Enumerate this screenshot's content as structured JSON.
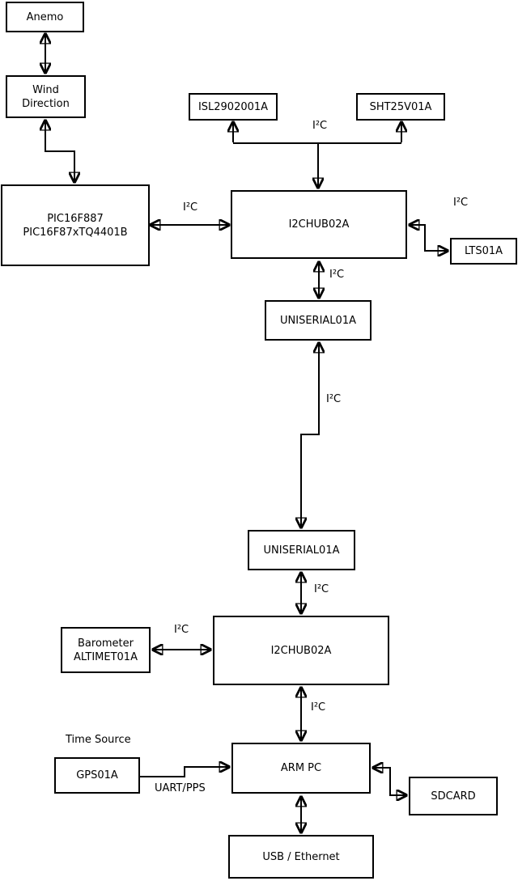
{
  "boxes": {
    "anemo": {
      "label": "Anemo"
    },
    "wind_direction": {
      "line1": "Wind",
      "line2": "Direction"
    },
    "pic": {
      "line1": "PIC16F887",
      "line2": "PIC16F87xTQ4401B"
    },
    "isl": {
      "label": "ISL2902001A"
    },
    "sht": {
      "label": "SHT25V01A"
    },
    "i2chub_top": {
      "label": "I2CHUB02A"
    },
    "lts": {
      "label": "LTS01A"
    },
    "uniserial_top": {
      "label": "UNISERIAL01A"
    },
    "uniserial_bottom": {
      "label": "UNISERIAL01A"
    },
    "i2chub_bottom": {
      "label": "I2CHUB02A"
    },
    "barometer": {
      "line1": "Barometer",
      "line2": "ALTIMET01A"
    },
    "gps": {
      "label": "GPS01A"
    },
    "arm_pc": {
      "label": "ARM PC"
    },
    "sdcard": {
      "label": "SDCARD"
    },
    "usb_ethernet": {
      "label": "USB / Ethernet"
    }
  },
  "bus_labels": {
    "i2c_isl_sht": "I²C",
    "i2c_pic": "I²C",
    "i2c_lts": "I²C",
    "i2c_hub1_uni1": "I²C",
    "i2c_uni1_uni2": "I²C",
    "i2c_uni2_hub2": "I²C",
    "i2c_baro": "I²C",
    "i2c_hub2_arm": "I²C",
    "time_source": "Time Source",
    "uart_pps": "UART/PPS"
  },
  "colors": {
    "line": "#000000",
    "background": "#ffffff",
    "box_fill": "#ffffff"
  }
}
